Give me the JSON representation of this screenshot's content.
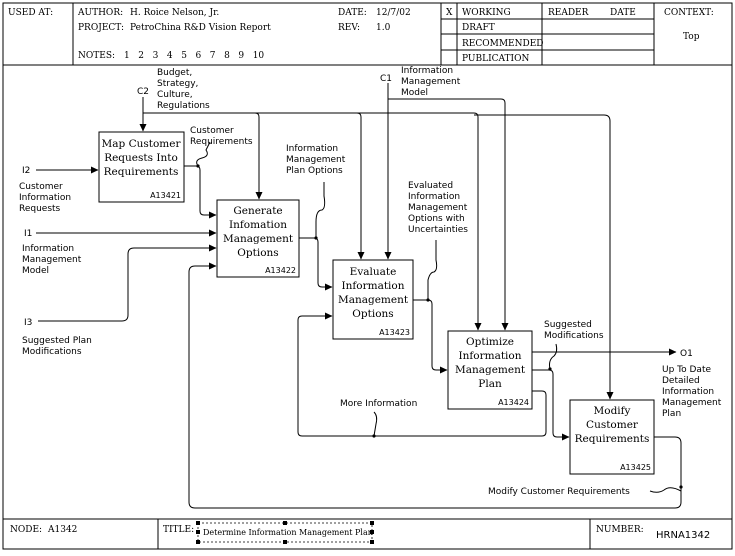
{
  "header": {
    "used_at_label": "USED AT:",
    "author_label": "AUTHOR:",
    "author": "H. Roice Nelson, Jr.",
    "project_label": "PROJECT:",
    "project": "PetroChina R&D Vision Report",
    "notes_label": "NOTES:",
    "notes": [
      "1",
      "2",
      "3",
      "4",
      "5",
      "6",
      "7",
      "8",
      "9",
      "10"
    ],
    "date_label": "DATE:",
    "date": "12/7/02",
    "rev_label": "REV:",
    "rev": "1.0",
    "status_mark": "X",
    "statuses": [
      "WORKING",
      "DRAFT",
      "RECOMMENDED",
      "PUBLICATION"
    ],
    "reader_label": "READER",
    "reader_date_label": "DATE",
    "context_label": "CONTEXT:",
    "context_value": "Top"
  },
  "footer": {
    "node_label": "NODE:",
    "node": "A1342",
    "title_label": "TITLE:",
    "title": "Determine Information Management Plan",
    "number_label": "NUMBER:",
    "number": "HRNA1342"
  },
  "boxes": [
    {
      "id": "A13421",
      "lines": [
        "Map Customer",
        "Requests Into",
        "Requirements"
      ]
    },
    {
      "id": "A13422",
      "lines": [
        "Generate",
        "Infomation",
        "Management",
        "Options"
      ]
    },
    {
      "id": "A13423",
      "lines": [
        "Evaluate",
        "Information",
        "Management",
        "Options"
      ]
    },
    {
      "id": "A13424",
      "lines": [
        "Optimize",
        "Information",
        "Management",
        "Plan"
      ]
    },
    {
      "id": "A13425",
      "lines": [
        "Modify",
        "Customer",
        "Requirements"
      ]
    }
  ],
  "controls": [
    {
      "code": "C2",
      "lines": [
        "Budget,",
        "Strategy,",
        "Culture,",
        "Regulations"
      ]
    },
    {
      "code": "C1",
      "lines": [
        "Information",
        "Management",
        "Model"
      ]
    }
  ],
  "inputs": [
    {
      "code": "I2",
      "lines": [
        "Customer",
        "Information",
        "Requests"
      ]
    },
    {
      "code": "I1",
      "lines": [
        "Information",
        "Management",
        "Model"
      ]
    },
    {
      "code": "I3",
      "lines": [
        "Suggested Plan",
        "Modifications"
      ]
    }
  ],
  "outputs": [
    {
      "code": "O1",
      "lines": [
        "Up To Date",
        "Detailed",
        "Information",
        "Management",
        "Plan"
      ]
    }
  ],
  "labels": {
    "customer_requirements": [
      "Customer",
      "Requirements"
    ],
    "plan_options": [
      "Information",
      "Management",
      "Plan Options"
    ],
    "evaluated_options": [
      "Evaluated",
      "Information",
      "Management",
      "Options with",
      "Uncertainties"
    ],
    "suggested_modifications": [
      "Suggested",
      "Modifications"
    ],
    "more_information": [
      "More Information"
    ],
    "modify_customer_requirements": [
      "Modify Customer Requirements"
    ]
  }
}
